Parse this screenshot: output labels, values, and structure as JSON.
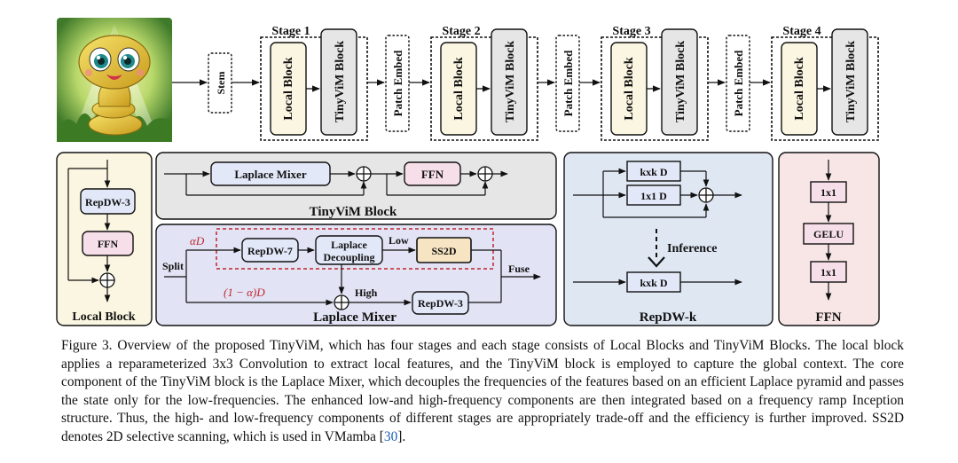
{
  "stem_label": "Stem",
  "stages": [
    {
      "title": "Stage 1",
      "local_label": "Local Block",
      "tiny_label": "TinyViM Block"
    },
    {
      "title": "Stage 2",
      "local_label": "Local Block",
      "tiny_label": "TinyViM Block"
    },
    {
      "title": "Stage 3",
      "local_label": "Local Block",
      "tiny_label": "TinyViM Block"
    },
    {
      "title": "Stage 4",
      "local_label": "Local Block",
      "tiny_label": "TinyViM Block"
    }
  ],
  "patch_embed_label": "Patch Embed",
  "local_block_panel": {
    "title": "Local Block",
    "repdw": "RepDW-3",
    "ffn": "FFN"
  },
  "tinyvim_panel": {
    "title": "TinyViM Block",
    "laplace_mixer": "Laplace Mixer",
    "ffn": "FFN"
  },
  "laplace_panel": {
    "title": "Laplace Mixer",
    "alpha_d": "αD",
    "one_minus_alpha_d": "(1 − α)D",
    "split": "Split",
    "repdw7": "RepDW-7",
    "laplace_line1": "Laplace",
    "laplace_line2": "Decoupling",
    "low": "Low",
    "ss2d": "SS2D",
    "high": "High",
    "repdw3": "RepDW-3",
    "fuse": "Fuse"
  },
  "repdw_panel": {
    "title": "RepDW-k",
    "kxk_top": "kxk D",
    "onexone": "1x1 D",
    "inference": "Inference",
    "kxk_bottom": "kxk D"
  },
  "ffn_panel": {
    "title": "FFN",
    "fc1": "1x1",
    "gelu": "GELU",
    "fc2": "1x1"
  },
  "colors": {
    "local_fill": "#fbf6e1",
    "tiny_fill": "#e6e6e6",
    "laplace_panel_fill": "#e2e3f4",
    "repdw_panel_fill": "#dfe7f3",
    "ffn_panel_fill": "#f8e6e6",
    "laplace_block_fill": "#e3e8f8",
    "ffn_block_fill": "#f6dfe8",
    "ss2d_fill": "#f6e4c3",
    "dashed_red": "#c0262d",
    "local_title": "#8a6b20",
    "tiny_title": "#555555",
    "laplace_title": "#4a4fa0",
    "repdw_title": "#3f5a80",
    "ffn_title": "#c0404a"
  },
  "caption": {
    "text": "Figure 3. Overview of the proposed TinyViM, which has four stages and each stage consists of Local Blocks and TinyViM Blocks. The local block applies a reparameterized 3x3 Convolution to extract local features, and the TinyViM block is employed to capture the global context. The core component of the TinyViM block is the Laplace Mixer, which decouples the frequencies of the features based on an efficient Laplace pyramid and passes the state only for the low-frequencies. The enhanced low-and high-frequency components are then integrated based on a frequency ramp Inception structure. Thus, the high- and low-frequency components of different stages are appropriately trade-off and the efficiency is further improved. SS2D denotes 2D selective scanning, which is used in VMamba [",
    "citation": "30",
    "end": "]."
  }
}
